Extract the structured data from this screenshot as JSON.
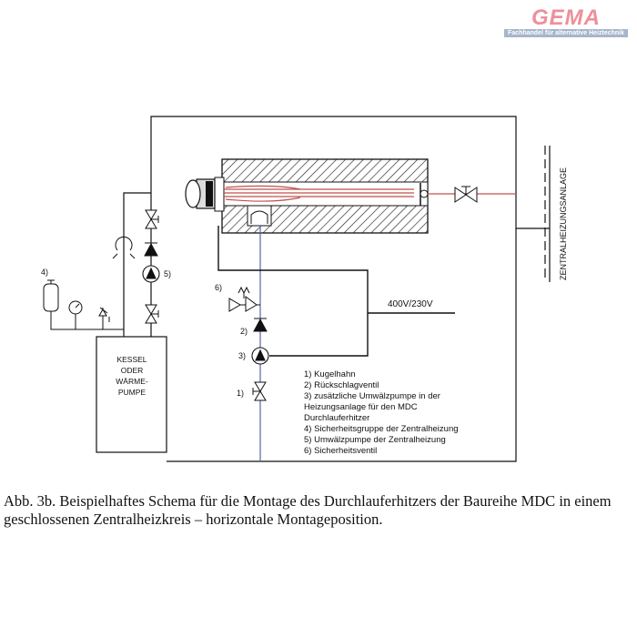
{
  "brand": {
    "name": "GEMA",
    "tagline": "Fachhandel für alternative Heiztechnik"
  },
  "diagram": {
    "boiler_label": [
      "KESSEL",
      "ODER",
      "WÄRME-",
      "PUMPE"
    ],
    "central_heating": "ZENTRALHEIZUNGSANLAGE",
    "voltage": "400V/230V",
    "markers": {
      "m1": "1)",
      "m2": "2)",
      "m3": "3)",
      "m4": "4)",
      "m5": "5)",
      "m6": "6)"
    },
    "legend": [
      "1) Kugelhahn",
      "2) Rückschlagventil",
      "3) zusätzliche Umwälzpumpe in der",
      "Heizungsanlage für den MDC",
      "Durchlauferhitzer",
      "4) Sicherheitsgruppe der Zentralheizung",
      "5) Umwälzpumpe der Zentralheizung",
      "6) Sicherheitsventil"
    ]
  },
  "caption": "Abb. 3b. Beispielhaftes Schema für die Montage des Durchlauferhitzers der Baureihe MDC in einem geschlossenen Zentralheizkreis – horizontale Montageposition.",
  "colors": {
    "line": "#111111",
    "blue_pipe": "#5a63a8",
    "red_pipe": "#c0504d",
    "logo_pink": "#ee8f9a",
    "logo_bar": "#a7b5cc"
  }
}
